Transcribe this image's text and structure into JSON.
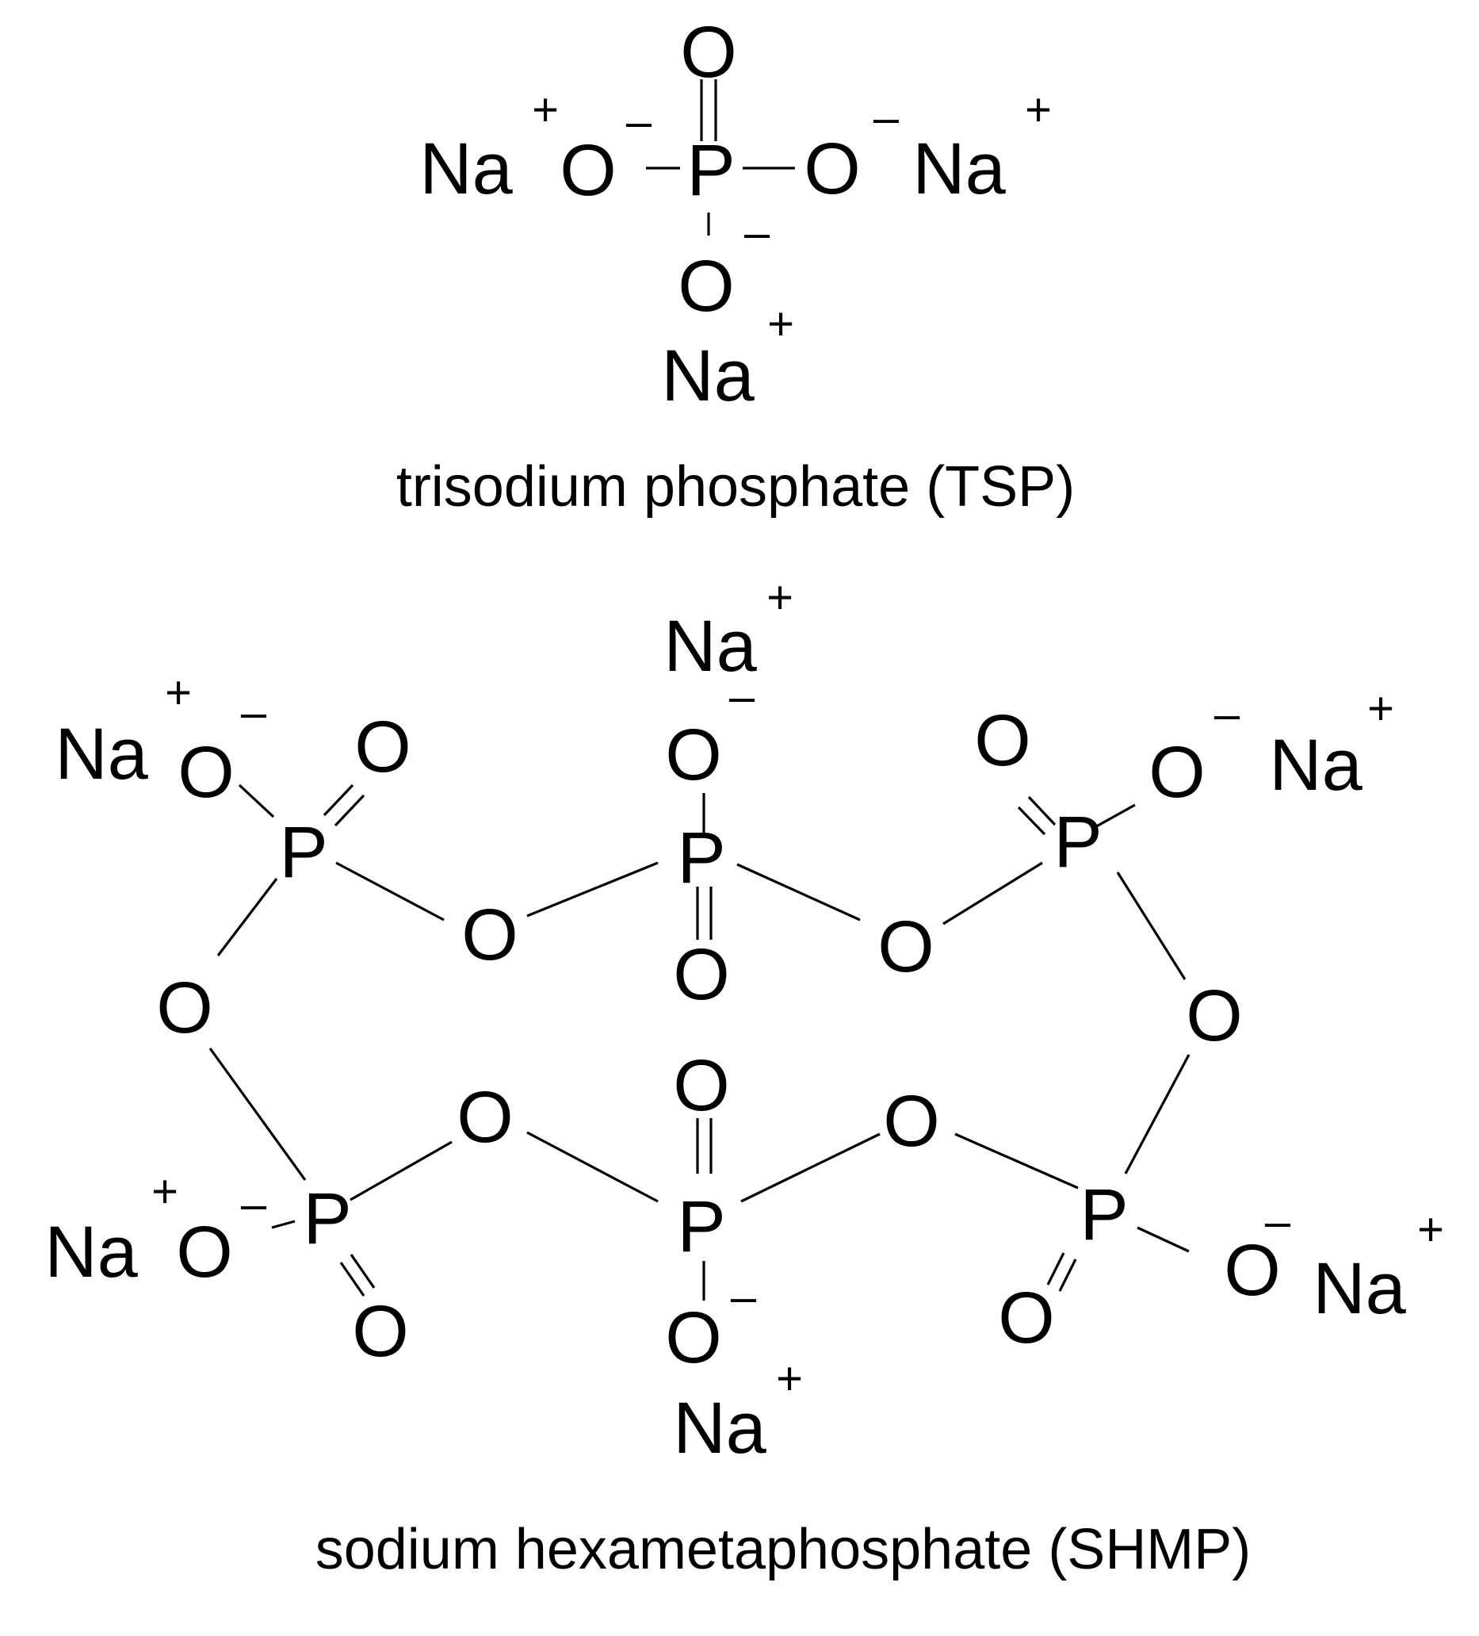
{
  "labels": {
    "sodium": "Na",
    "oxygen": "O",
    "phosphorus": "P",
    "plus": "+",
    "minus": "–"
  },
  "captions": {
    "tsp": "trisodium phosphate (TSP)",
    "shmp": "sodium hexametaphosphate (SHMP)"
  },
  "colors": {
    "ink": "#000000",
    "background": "#ffffff"
  }
}
